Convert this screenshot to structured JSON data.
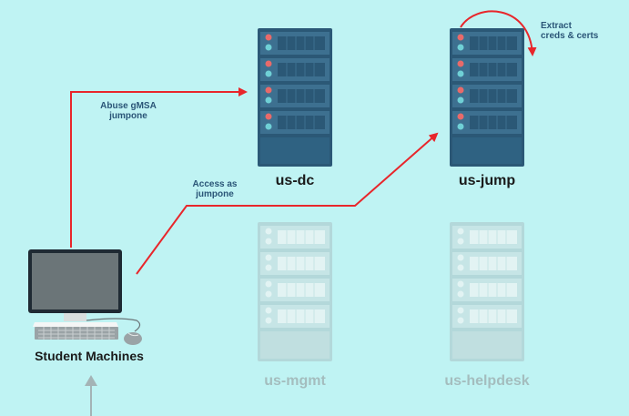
{
  "nodes": {
    "student": {
      "label": "Student Machines"
    },
    "dc": {
      "label": "us-dc"
    },
    "jump": {
      "label": "us-jump"
    },
    "mgmt": {
      "label": "us-mgmt"
    },
    "helpdesk": {
      "label": "us-helpdesk"
    }
  },
  "edges": {
    "abuse_gmsa": {
      "line1": "Abuse gMSA",
      "line2": "jumpone"
    },
    "access_as": {
      "line1": "Access as",
      "line2": "jumpone"
    },
    "extract": {
      "line1": "Extract",
      "line2": "creds & certs"
    }
  },
  "colors": {
    "background": "#bff3f3",
    "server_active": "#2b5876",
    "server_inactive": "#b3d8da",
    "arrow": "#e8262b",
    "note_text": "#2a5577"
  }
}
